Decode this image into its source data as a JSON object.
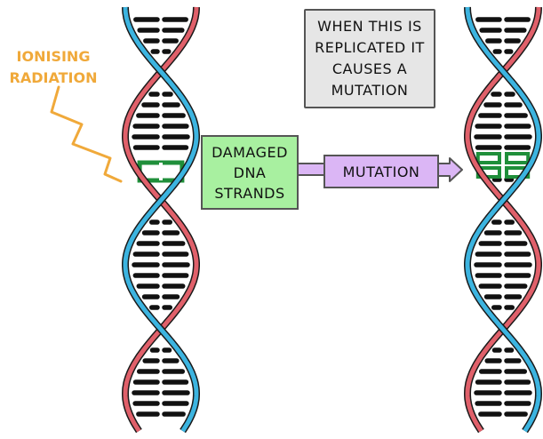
{
  "labels": {
    "radiation_line1": "IONISING",
    "radiation_line2": "RADIATION",
    "note_line1": "WHEN THIS IS",
    "note_line2": "REPLICATED IT",
    "note_line3": "CAUSES A",
    "note_line4": "MUTATION",
    "damaged_line1": "DAMAGED",
    "damaged_line2": "DNA",
    "damaged_line3": "STRANDS",
    "mutation": "MUTATION"
  },
  "colors": {
    "strand_blue": "#3cb4e0",
    "strand_red": "#e0606a",
    "base_pair": "#111111",
    "damaged_base": "#1f8f3a",
    "radiation": "#f0a93a",
    "note_fill": "#e6e6e6",
    "damaged_fill": "#a8f0a0",
    "mutation_fill": "#dbb6f5"
  },
  "icons": [
    "dna-helix-left",
    "dna-helix-right",
    "radiation-zigzag",
    "arrow-right"
  ]
}
